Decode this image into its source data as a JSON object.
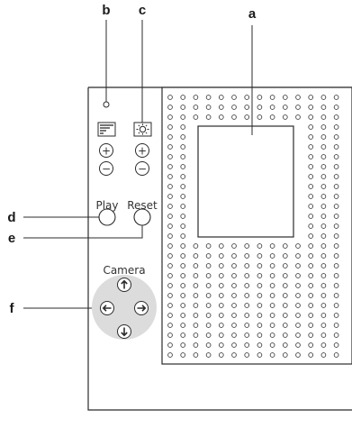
{
  "callouts": {
    "a": "a",
    "b": "b",
    "c": "c",
    "d": "d",
    "e": "e",
    "f": "f"
  },
  "controls": {
    "play_label": "Play",
    "reset_label": "Reset",
    "camera_label": "Camera",
    "plus": "+",
    "minus": "−"
  },
  "colors": {
    "line": "#2b2b2b",
    "dpad_fill": "#dcdcdc",
    "dot_stroke": "#444444"
  },
  "icons": {
    "contrast": "contrast-bars-icon",
    "brightness": "sun-icon",
    "up": "arrow-up-icon",
    "down": "arrow-down-icon",
    "left": "arrow-left-icon",
    "right": "arrow-right-icon"
  },
  "perforation": {
    "columns": 14,
    "rows": 27
  }
}
